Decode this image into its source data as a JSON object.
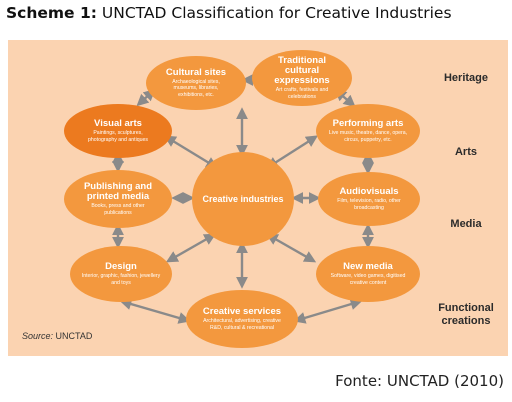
{
  "title": {
    "prefix": "Scheme 1:",
    "text": "UNCTAD Classification for Creative Industries"
  },
  "nodes": {
    "cultural_sites": {
      "name": "Cultural sites",
      "desc": "Archaeological sites, museums, libraries, exhibitions, etc."
    },
    "traditional": {
      "name": "Traditional cultural expressions",
      "desc": "Art crafts, festivals and celebrations"
    },
    "visual_arts": {
      "name": "Visual arts",
      "desc": "Paintings, sculptures, photography and antiques"
    },
    "performing_arts": {
      "name": "Performing arts",
      "desc": "Live music, theatre, dance, opera, circus, puppetry, etc."
    },
    "publishing": {
      "name": "Publishing and printed media",
      "desc": "Books, press and other publications"
    },
    "creative_industries": {
      "name": "Creative industries",
      "desc": ""
    },
    "audiovisuals": {
      "name": "Audiovisuals",
      "desc": "Film, television, radio, other broadcasting"
    },
    "design": {
      "name": "Design",
      "desc": "Interior, graphic, fashion, jewellery and toys"
    },
    "new_media": {
      "name": "New media",
      "desc": "Software, video games, digitised creative content"
    },
    "creative_services": {
      "name": "Creative services",
      "desc": "Architectural, advertising, creative R&D, cultural & recreational"
    }
  },
  "row_labels": {
    "heritage": "Heritage",
    "arts": "Arts",
    "media": "Media",
    "functional": "Functional creations"
  },
  "source": {
    "label": "Source:",
    "value": "UNCTAD"
  },
  "footer": "Fonte: UNCTAD (2010)",
  "colors": {
    "panel": "#fbd3b1",
    "node": "#f3983e",
    "node_dark": "#ec7a1f",
    "arrow": "#8a8a8a"
  }
}
